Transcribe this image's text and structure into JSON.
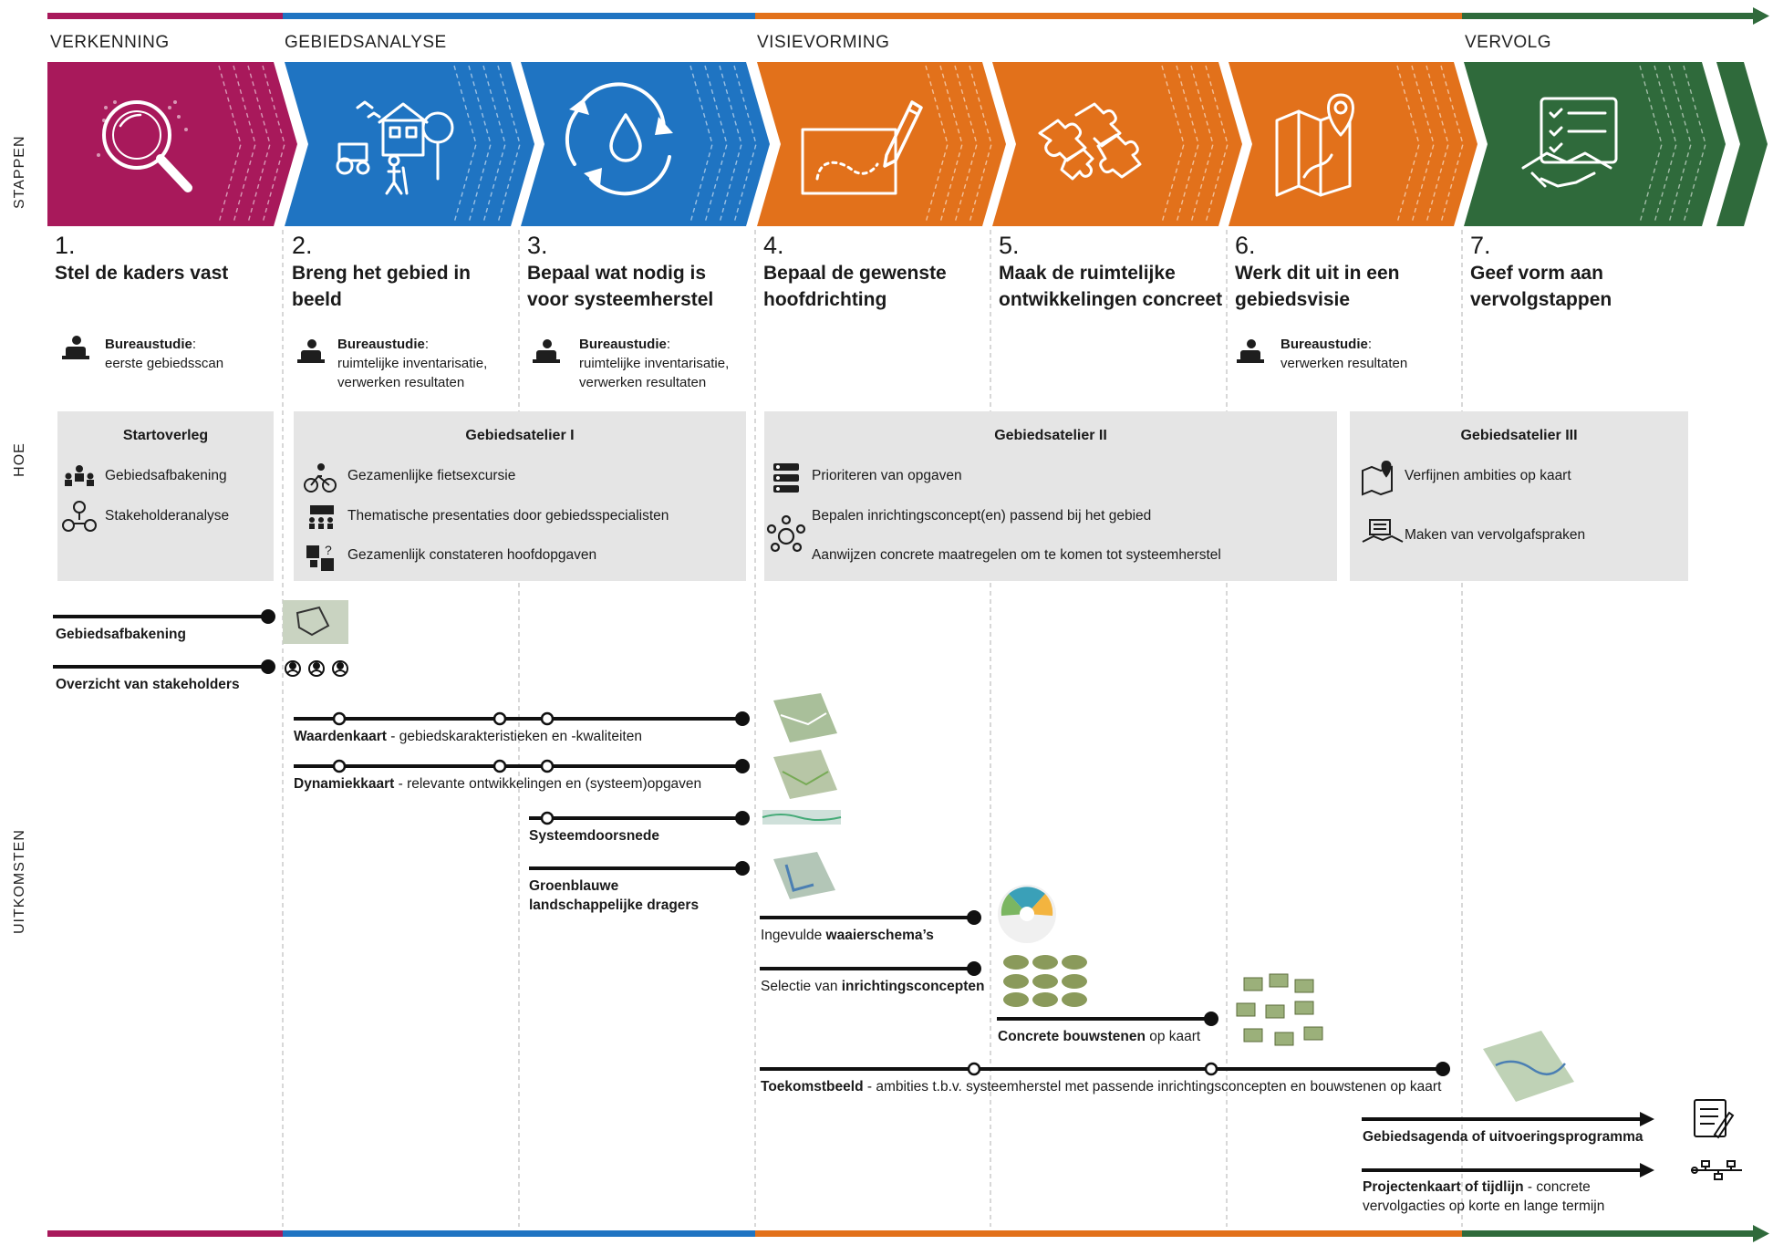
{
  "phases": [
    "VERKENNING",
    "GEBIEDSANALYSE",
    "VISIEVORMING",
    "VERVOLG"
  ],
  "row_labels": {
    "stappen": "STAPPEN",
    "hoe": "HOE",
    "uitkomsten": "UITKOMSTEN"
  },
  "colors": {
    "magenta": "#a8195b",
    "blue": "#1f74c2",
    "orange": "#e2711b",
    "green": "#2f6a3b",
    "box": "#e5e5e5"
  },
  "steps": [
    {
      "num": "1.",
      "title_1": "Stel de kaders vast",
      "title_2": "",
      "icon": "magnifier-icon"
    },
    {
      "num": "2.",
      "title_1": "Breng het gebied in",
      "title_2": "beeld",
      "icon": "landscape-icon"
    },
    {
      "num": "3.",
      "title_1": "Bepaal wat nodig is",
      "title_2": "voor systeemherstel",
      "icon": "water-cycle-icon"
    },
    {
      "num": "4.",
      "title_1": "Bepaal de gewenste",
      "title_2": "hoofdrichting",
      "icon": "sketch-icon"
    },
    {
      "num": "5.",
      "title_1": "Maak de ruimtelijke",
      "title_2": "ontwikkelingen concreet",
      "icon": "puzzle-icon"
    },
    {
      "num": "6.",
      "title_1": "Werk dit uit in een",
      "title_2": "gebiedsvisie",
      "icon": "map-pin-icon"
    },
    {
      "num": "7.",
      "title_1": "Geef vorm aan",
      "title_2": "vervolgstappen",
      "icon": "handshake-icon"
    }
  ],
  "bureau": [
    {
      "label": "Bureaustudie",
      "line1": "eerste gebiedsscan",
      "line2": ""
    },
    {
      "label": "Bureaustudie",
      "line1": "ruimtelijke inventarisatie,",
      "line2": "verwerken resultaten"
    },
    {
      "label": "Bureaustudie",
      "line1": "ruimtelijke inventarisatie,",
      "line2": "verwerken resultaten"
    },
    {
      "label": "Bureaustudie",
      "line1": "verwerken resultaten",
      "line2": ""
    }
  ],
  "boxes": {
    "start": {
      "title": "Startoverleg",
      "items": [
        "Gebiedsafbakening",
        "Stakeholderanalyse"
      ]
    },
    "atelier1": {
      "title": "Gebiedsatelier I",
      "items": [
        "Gezamenlijke fietsexcursie",
        "Thematische presentaties door gebiedsspecialisten",
        "Gezamenlijk constateren hoofdopgaven"
      ]
    },
    "atelier2": {
      "title": "Gebiedsatelier II",
      "items": [
        "Prioriteren van opgaven",
        "Bepalen inrichtingsconcept(en) passend bij het gebied",
        "Aanwijzen concrete maatregelen om te komen tot systeemherstel"
      ]
    },
    "atelier3": {
      "title": "Gebiedsatelier III",
      "items": [
        "Verfijnen ambities op kaart",
        "Maken van vervolgafspraken"
      ]
    }
  },
  "outcomes": {
    "gebiedsafbakening": {
      "bold": "Gebiedsafbakening"
    },
    "stakeholders": {
      "bold": "Overzicht van stakeholders"
    },
    "waardenkaart": {
      "bold": "Waardenkaart",
      "rest": " - gebiedskarakteristieken en -kwaliteiten"
    },
    "dynamiekkaart": {
      "bold": "Dynamiekkaart",
      "rest": " - relevante ontwikkelingen en (systeem)opgaven"
    },
    "systeemdoorsnede": {
      "bold": "Systeemdoorsnede"
    },
    "groenblauw": {
      "line1": "Groenblauwe",
      "line2": "landschappelijke dragers"
    },
    "waaier": {
      "pre": "Ingevulde ",
      "bold": "waaierschema’s"
    },
    "selectie": {
      "pre": "Selectie van ",
      "bold": "inrichtingsconcepten"
    },
    "bouwstenen": {
      "bold": "Concrete bouwstenen",
      "rest": " op kaart"
    },
    "toekomstbeeld": {
      "bold": "Toekomstbeeld",
      "rest": " - ambities t.b.v. systeemherstel met passende inrichtingsconcepten en bouwstenen op kaart"
    },
    "gebiedsagenda": {
      "bold": "Gebiedsagenda of uitvoeringsprogramma"
    },
    "projectenkaart": {
      "bold": "Projectenkaart of tijdlijn",
      "rest": " - concrete",
      "line2": "vervolgacties op korte en lange termijn"
    }
  }
}
